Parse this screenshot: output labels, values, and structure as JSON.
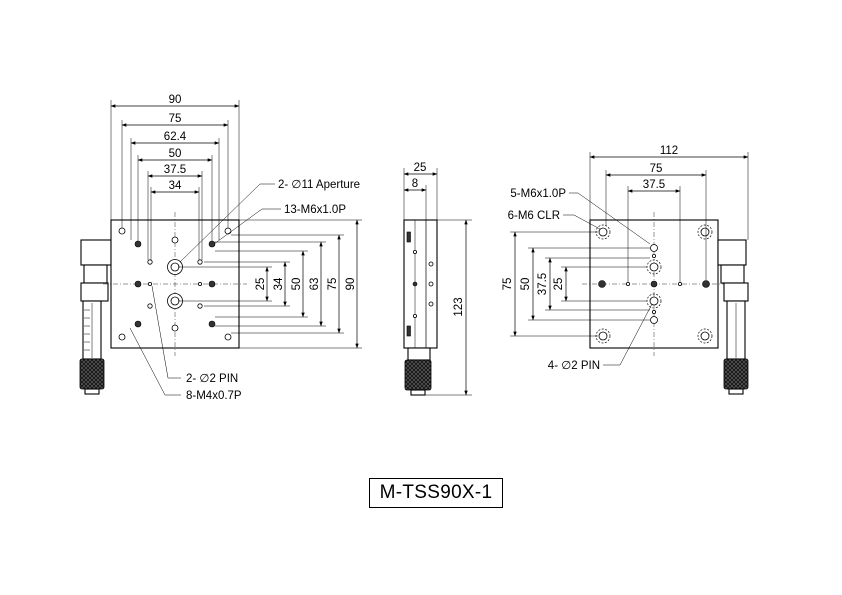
{
  "top_view": {
    "width_dims": [
      "90",
      "75",
      "62.4",
      "50",
      "37.5",
      "34"
    ],
    "height_dims": [
      "25",
      "34",
      "50",
      "63",
      "75",
      "90"
    ],
    "callouts": {
      "aperture": "2- ∅11 Aperture",
      "thread": "13-M6x1.0P",
      "pin": "2- ∅2 PIN",
      "screw": "8-M4x0.7P"
    }
  },
  "side_view": {
    "width_dims": [
      "25",
      "8"
    ],
    "height_dim": "123"
  },
  "bottom_view": {
    "width_dims": [
      "112",
      "75",
      "37.5"
    ],
    "height_dims": [
      "75",
      "50",
      "37.5",
      "25"
    ],
    "callouts": {
      "thread": "5-M6x1.0P",
      "clearance": "6-M6 CLR",
      "pin": "4- ∅2 PIN"
    }
  },
  "model": "M-TSS90X-1"
}
